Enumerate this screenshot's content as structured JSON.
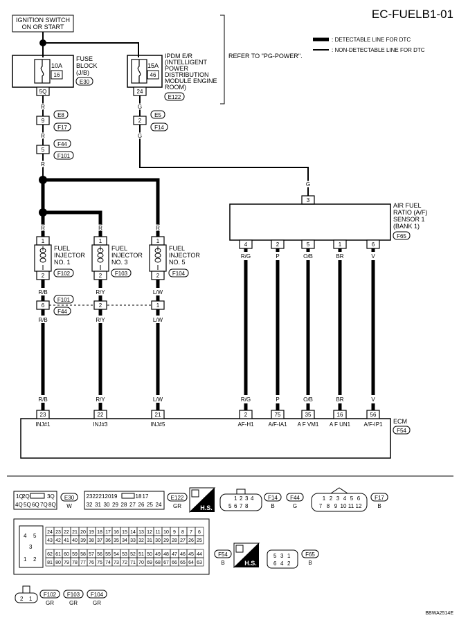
{
  "header": {
    "page_id": "EC-FUELB1-01",
    "ignition_switch": [
      "IGNITION SWITCH",
      "ON OR START"
    ],
    "refer_note": "REFER TO \"PG-POWER\".",
    "legend": {
      "detectable": ": DETECTABLE LINE FOR DTC",
      "non_detectable": ": NON-DETECTABLE LINE FOR DTC"
    }
  },
  "fuse_block": {
    "label": [
      "FUSE",
      "BLOCK",
      "(J/B)"
    ],
    "fuse_amp": "10A",
    "fuse_no": "16",
    "terminal": "5Q",
    "connector": "E30"
  },
  "ipdm": {
    "label": [
      "IPDM E/R",
      "(INTELLIGENT",
      "POWER",
      "DISTRIBUTION",
      "MODULE ENGINE",
      "ROOM)"
    ],
    "fuse_amp": "15A",
    "fuse_no": "46",
    "terminal": "24",
    "connector": "E122"
  },
  "wires": {
    "r": "R",
    "g": "G",
    "rb": "R/B",
    "ry": "R/Y",
    "lw": "L/W",
    "rg": "R/G",
    "p": "P",
    "ob": "O/B",
    "br": "BR",
    "v": "V"
  },
  "joints": {
    "e8_pin": "9",
    "e8": "E8",
    "f17": "F17",
    "f44_pin": "5",
    "f44": "F44",
    "f101": "F101",
    "e5_pin": "2",
    "e5": "E5",
    "f14": "F14",
    "row_f101": "F101",
    "row_f44": "F44",
    "row_pins": [
      "6",
      "2",
      "1"
    ]
  },
  "injectors": [
    {
      "name": [
        "FUEL",
        "INJECTOR",
        "NO. 1"
      ],
      "pin_top": "1",
      "pin_bottom": "2",
      "connector": "F102"
    },
    {
      "name": [
        "FUEL",
        "INJECTOR",
        "NO. 3"
      ],
      "pin_top": "1",
      "pin_bottom": "2",
      "connector": "F103"
    },
    {
      "name": [
        "FUEL",
        "INJECTOR",
        "NO. 5"
      ],
      "pin_top": "1",
      "pin_bottom": "2",
      "connector": "F104"
    }
  ],
  "af_sensor": {
    "label": [
      "AIR FUEL",
      "RATIO (A/F)",
      "SENSOR 1",
      "(BANK 1)"
    ],
    "connector": "F65",
    "top_pin": "3",
    "pins": [
      "4",
      "2",
      "5",
      "1",
      "6"
    ]
  },
  "ecm": {
    "label": "ECM",
    "connector": "F54",
    "terminals": [
      {
        "pin": "23",
        "name": "INJ#1"
      },
      {
        "pin": "22",
        "name": "INJ#3"
      },
      {
        "pin": "21",
        "name": "INJ#5"
      },
      {
        "pin": "2",
        "name": "AF-H1"
      },
      {
        "pin": "75",
        "name": "A/F-IA1"
      },
      {
        "pin": "35",
        "name": "A F VM1"
      },
      {
        "pin": "16",
        "name": "A F UN1"
      },
      {
        "pin": "56",
        "name": "A/F-IP1"
      }
    ]
  },
  "connector_views": {
    "e30": {
      "id": "E30",
      "color": "W",
      "top": [
        "1Q",
        "2Q",
        "3Q"
      ],
      "bottom": [
        "4Q",
        "5Q",
        "6Q",
        "7Q",
        "8Q"
      ]
    },
    "e122": {
      "id": "E122",
      "color": "GR",
      "top": [
        "23",
        "22",
        "21",
        "20",
        "19",
        "18",
        "17"
      ],
      "bottom": [
        "32",
        "31",
        "30",
        "29",
        "28",
        "27",
        "26",
        "25",
        "24"
      ]
    },
    "hs": "H.S.",
    "f14_f44": {
      "ids": [
        "F14",
        "F44"
      ],
      "colors": [
        "B",
        "G"
      ],
      "top": [
        "1",
        "2",
        "3",
        "4"
      ],
      "bottom": [
        "5",
        "6",
        "7",
        "8"
      ]
    },
    "f17": {
      "id": "F17",
      "color": "B",
      "top": [
        "1",
        "2",
        "3",
        "4",
        "5",
        "6"
      ],
      "bottom": [
        "7",
        "8",
        "9",
        "10",
        "11",
        "12"
      ]
    },
    "f54": {
      "id": "F54",
      "color": "B",
      "left": [
        "4",
        "5",
        "3",
        "1",
        "2"
      ],
      "rows": [
        [
          "24",
          "23",
          "22",
          "21",
          "20",
          "19",
          "18",
          "17",
          "16",
          "15",
          "14",
          "13",
          "12",
          "11",
          "10",
          "9",
          "8",
          "7",
          "6"
        ],
        [
          "43",
          "42",
          "41",
          "40",
          "39",
          "38",
          "37",
          "36",
          "35",
          "34",
          "33",
          "32",
          "31",
          "30",
          "29",
          "28",
          "27",
          "26",
          "25"
        ],
        [
          "62",
          "61",
          "60",
          "59",
          "58",
          "57",
          "56",
          "55",
          "54",
          "53",
          "52",
          "51",
          "50",
          "49",
          "48",
          "47",
          "46",
          "45",
          "44"
        ],
        [
          "81",
          "80",
          "79",
          "78",
          "77",
          "76",
          "75",
          "74",
          "73",
          "72",
          "71",
          "70",
          "69",
          "68",
          "67",
          "66",
          "65",
          "64",
          "63"
        ]
      ]
    },
    "f65": {
      "id": "F65",
      "color": "B",
      "top": [
        "5",
        "3",
        "1"
      ],
      "bottom": [
        "6",
        "4",
        "2"
      ]
    },
    "inj_conn": {
      "ids": [
        "F102",
        "F103",
        "F104"
      ],
      "color": "GR",
      "pins": [
        "2",
        "1"
      ]
    }
  },
  "footer_code": "BBWA2514E"
}
